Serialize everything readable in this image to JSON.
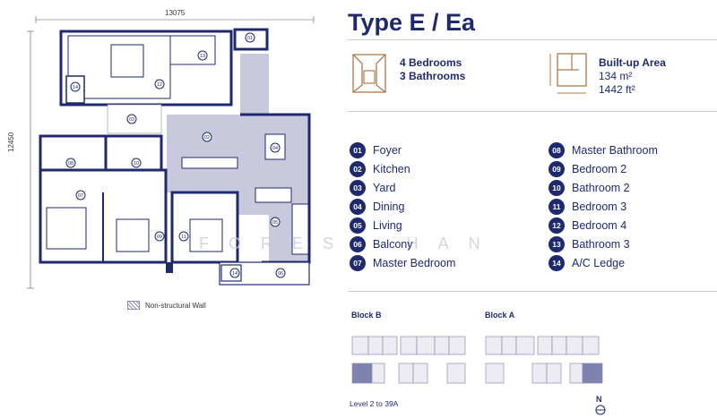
{
  "title": "Type E / Ea",
  "rooms_summary": {
    "bedrooms": "4 Bedrooms",
    "bathrooms": "3 Bathrooms"
  },
  "area": {
    "label": "Built-up Area",
    "sqm": "134 m²",
    "sqft": "1442 ft²"
  },
  "dimensions": {
    "width": "13075",
    "height": "12450"
  },
  "legend": [
    {
      "num": "01",
      "label": "Foyer"
    },
    {
      "num": "02",
      "label": "Kitchen"
    },
    {
      "num": "03",
      "label": "Yard"
    },
    {
      "num": "04",
      "label": "Dining"
    },
    {
      "num": "05",
      "label": "Living"
    },
    {
      "num": "06",
      "label": "Balcony"
    },
    {
      "num": "07",
      "label": "Master Bedroom"
    },
    {
      "num": "08",
      "label": "Master Bathroom"
    },
    {
      "num": "09",
      "label": "Bedroom 2"
    },
    {
      "num": "10",
      "label": "Bathroom 2"
    },
    {
      "num": "11",
      "label": "Bedroom 3"
    },
    {
      "num": "12",
      "label": "Bedroom 4"
    },
    {
      "num": "13",
      "label": "Bathroom 3"
    },
    {
      "num": "14",
      "label": "A/C Ledge"
    }
  ],
  "non_structural_wall": "Non-structural Wall",
  "blocks": {
    "b": {
      "name": "Block B"
    },
    "a": {
      "name": "Block A"
    }
  },
  "level_text": "Level 2 to 39A",
  "watermark": "FOREST HAN",
  "north": "N",
  "colors": {
    "navy": "#1f2a6e",
    "plan_fill": "#c8c9dc",
    "highlight": "#7e82ad"
  }
}
